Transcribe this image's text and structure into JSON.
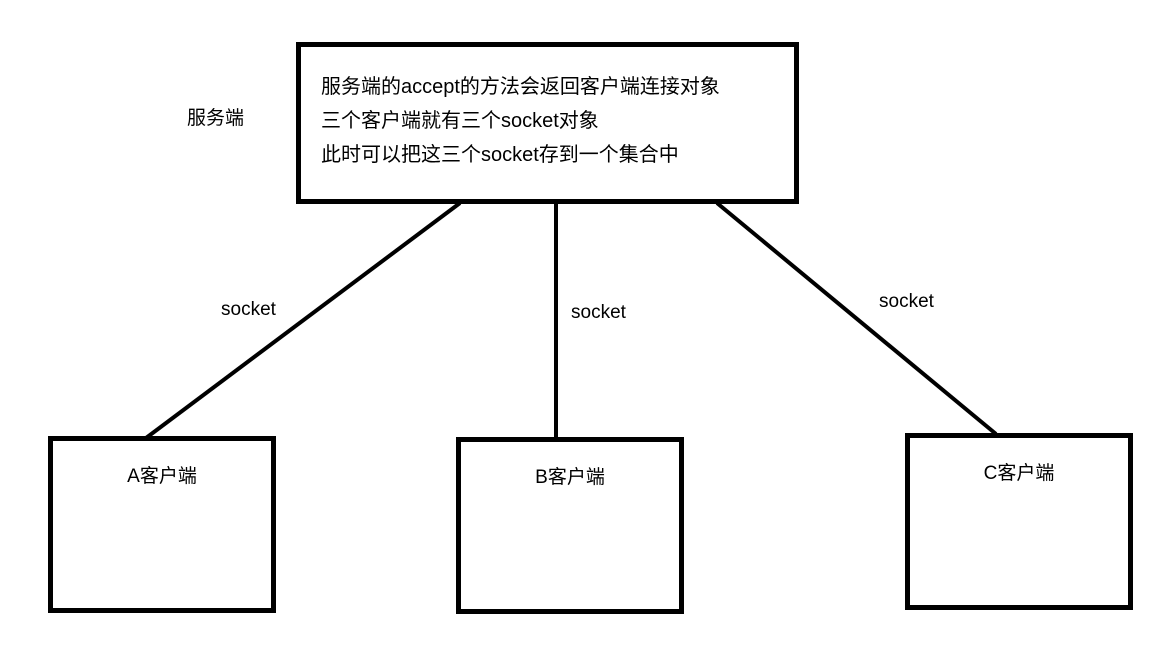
{
  "diagram": {
    "server": {
      "label": "服务端",
      "note_lines": [
        "服务端的accept的方法会返回客户端连接对象",
        "三个客户端就有三个socket对象",
        "此时可以把这三个socket存到一个集合中"
      ]
    },
    "connections": [
      {
        "label": "socket",
        "from": "server",
        "to": "client-a"
      },
      {
        "label": "socket",
        "from": "server",
        "to": "client-b"
      },
      {
        "label": "socket",
        "from": "server",
        "to": "client-c"
      }
    ],
    "clients": [
      {
        "label": "A客户端"
      },
      {
        "label": "B客户端"
      },
      {
        "label": "C客户端"
      }
    ],
    "colors": {
      "stroke": "#000000",
      "background": "#ffffff",
      "text": "#000000"
    }
  }
}
